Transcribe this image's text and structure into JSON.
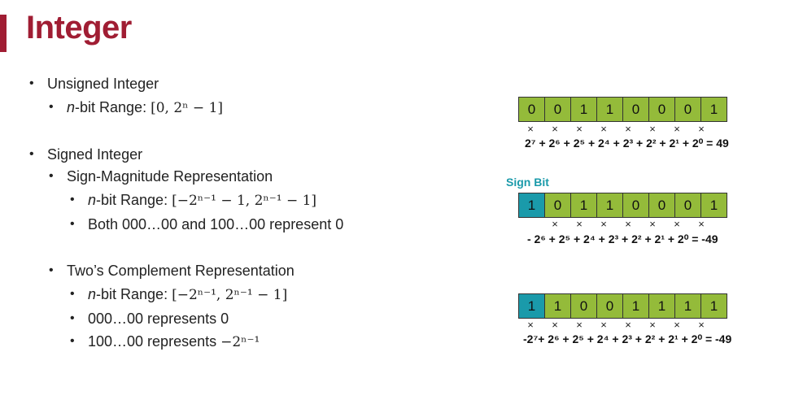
{
  "title": "Integer",
  "colors": {
    "accent": "#a01d33",
    "bit_green": "#94bb3a",
    "bit_teal": "#1a9aaa"
  },
  "unsigned": {
    "heading": "Unsigned Integer",
    "range_prefix": "-bit Range:",
    "range_var": "n",
    "range_math": "[0,  2ⁿ − 1]"
  },
  "signed": {
    "heading": "Signed Integer",
    "sign_magnitude": {
      "heading": "Sign-Magnitude Representation",
      "range_prefix": "-bit Range:",
      "range_var": "n",
      "range_math": "[−2ⁿ⁻¹ − 1,  2ⁿ⁻¹ − 1]",
      "note": "Both 000…00 and 100…00 represent 0"
    },
    "twos_complement": {
      "heading": "Two’s Complement Representation",
      "range_prefix": "-bit Range:",
      "range_var": "n",
      "range_math": "[−2ⁿ⁻¹,  2ⁿ⁻¹ − 1]",
      "zero_note": "000…00 represents 0",
      "min_note_prefix": "100…00 represents ",
      "min_note_math": "−2ⁿ⁻¹"
    }
  },
  "examples": {
    "sign_bit_label": "Sign Bit",
    "unsigned": {
      "bits": [
        "0",
        "0",
        "1",
        "1",
        "0",
        "0",
        "0",
        "1"
      ],
      "multipliers": [
        "×",
        "×",
        "×",
        "×",
        "×",
        "×",
        "×",
        "×"
      ],
      "formula": "2⁷ + 2⁶ + 2⁵ + 2⁴ + 2³ + 2² + 2¹ + 2⁰ = 49"
    },
    "sign_magnitude": {
      "bits": [
        "1",
        "0",
        "1",
        "1",
        "0",
        "0",
        "0",
        "1"
      ],
      "multipliers": [
        "",
        "×",
        "×",
        "×",
        "×",
        "×",
        "×",
        "×"
      ],
      "formula": "-    2⁶ + 2⁵ + 2⁴ + 2³ + 2² + 2¹ + 2⁰ = -49"
    },
    "twos_complement": {
      "bits": [
        "1",
        "1",
        "0",
        "0",
        "1",
        "1",
        "1",
        "1"
      ],
      "multipliers": [
        "×",
        "×",
        "×",
        "×",
        "×",
        "×",
        "×",
        "×"
      ],
      "formula": "-2⁷+ 2⁶ + 2⁵ + 2⁴ + 2³ + 2² + 2¹ + 2⁰ = -49"
    }
  }
}
